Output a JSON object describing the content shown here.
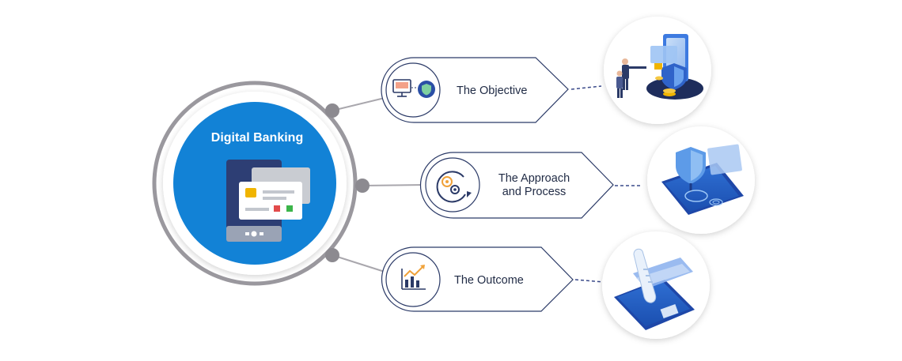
{
  "center": {
    "title": "Digital Banking",
    "icon": "phone-card-icon"
  },
  "steps": [
    {
      "label_lines": [
        "The Objective"
      ],
      "icon": "monitor-shield-icon",
      "illustration": "coins-security-illustration"
    },
    {
      "label_lines": [
        "The Approach",
        "and Process"
      ],
      "icon": "gear-process-icon",
      "illustration": "fingerprint-shield-illustration"
    },
    {
      "label_lines": [
        "The Outcome"
      ],
      "icon": "growth-chart-icon",
      "illustration": "receipt-payment-illustration"
    }
  ],
  "colors": {
    "accent": "#1282d6",
    "ring": "#9a989e",
    "outline": "#2b3a67",
    "text": "#1f2a44",
    "dash": "#3a4a8a"
  }
}
